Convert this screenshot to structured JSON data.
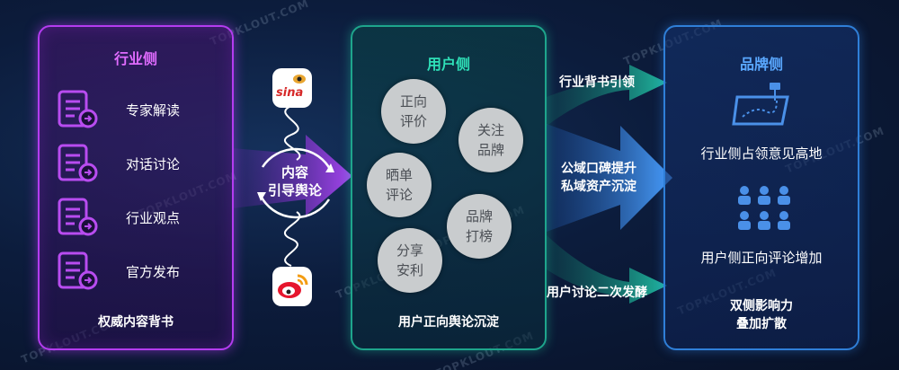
{
  "left_panel": {
    "title": "行业侧",
    "items": [
      {
        "label": "专家解读"
      },
      {
        "label": "对话讨论"
      },
      {
        "label": "行业观点"
      },
      {
        "label": "官方发布"
      }
    ],
    "footer": "权威内容背书"
  },
  "connector": {
    "label": "内容\n引导舆论",
    "top_logo": "sina-logo",
    "top_logo_text": "sina",
    "bottom_logo": "weibo-logo"
  },
  "middle_panel": {
    "title": "用户侧",
    "bubbles": [
      {
        "label": "正向\n评价"
      },
      {
        "label": "关注\n品牌"
      },
      {
        "label": "晒单\n评论"
      },
      {
        "label": "品牌\n打榜"
      },
      {
        "label": "分享\n安利"
      }
    ],
    "footer": "用户正向舆论沉淀"
  },
  "arrows": [
    {
      "label": "行业背书引领"
    },
    {
      "label": "公域口碑提升\n私域资产沉淀"
    },
    {
      "label": "用户讨论二次发酵"
    }
  ],
  "right_panel": {
    "title": "品牌侧",
    "items": [
      {
        "label": "行业侧占领意见高地",
        "icon": "map-pin-icon"
      },
      {
        "label": "用户侧正向评论增加",
        "icon": "people-group-icon"
      }
    ],
    "footer_line1": "双侧影响力",
    "footer_line2": "叠加扩散"
  },
  "watermark": "TOPKLOUT.COM",
  "colors": {
    "left_accent": "#b43cf0",
    "mid_accent": "#1ea58c",
    "right_accent": "#2f7fd8",
    "left_title": "#e06cff",
    "mid_title": "#2fe0b8",
    "right_title": "#5aa8ff"
  }
}
